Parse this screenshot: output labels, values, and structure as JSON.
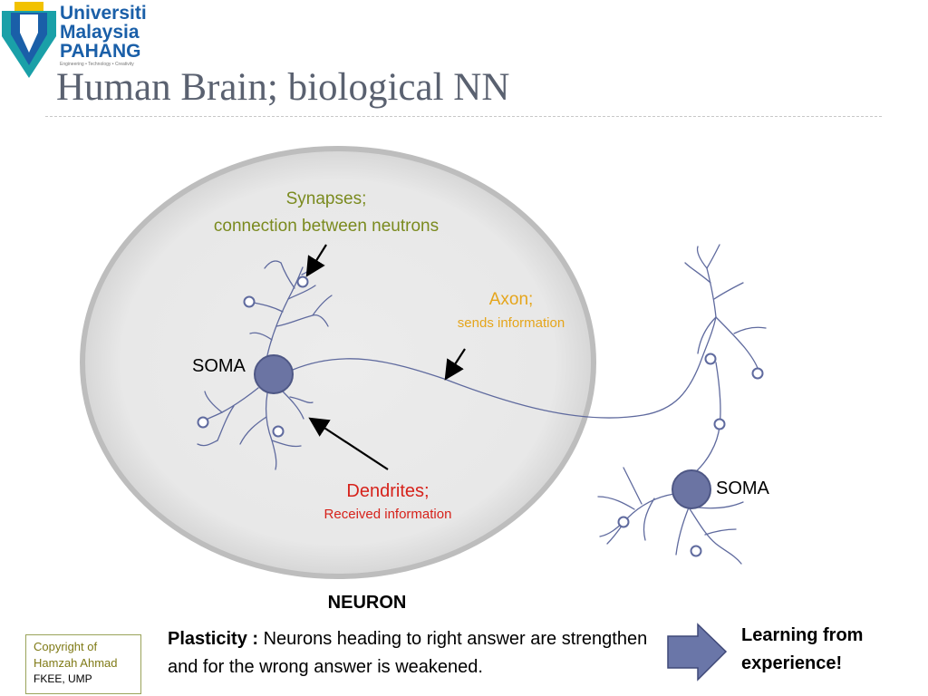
{
  "logo": {
    "line1": "Universiti",
    "line2": "Malaysia",
    "line3": "PAHANG",
    "tagline": "Engineering • Technology • Creativity"
  },
  "title": "Human Brain; biological NN",
  "labels": {
    "synapses_title": "Synapses;",
    "synapses_desc": "connection between neutrons",
    "axon_title": "Axon;",
    "axon_desc": "sends information",
    "dendrites_title": "Dendrites;",
    "dendrites_desc": "Received information",
    "soma_left": "SOMA",
    "soma_right": "SOMA",
    "neuron": "NEURON"
  },
  "plasticity": {
    "label": "Plasticity :",
    "text": "Neurons heading to right answer are strengthen and for the wrong answer is weakened."
  },
  "conclusion": "Learning from experience!",
  "copyright": {
    "line1": "Copyright of",
    "line2": "Hamzah Ahmad",
    "line3": "FKEE, UMP"
  },
  "colors": {
    "title": "#5a6170",
    "synapses": "#7a8a1e",
    "axon": "#e5a51b",
    "dendrites": "#d6221b",
    "neuron_body": "#6b74a3",
    "arrow_fill": "#6a76a8"
  }
}
